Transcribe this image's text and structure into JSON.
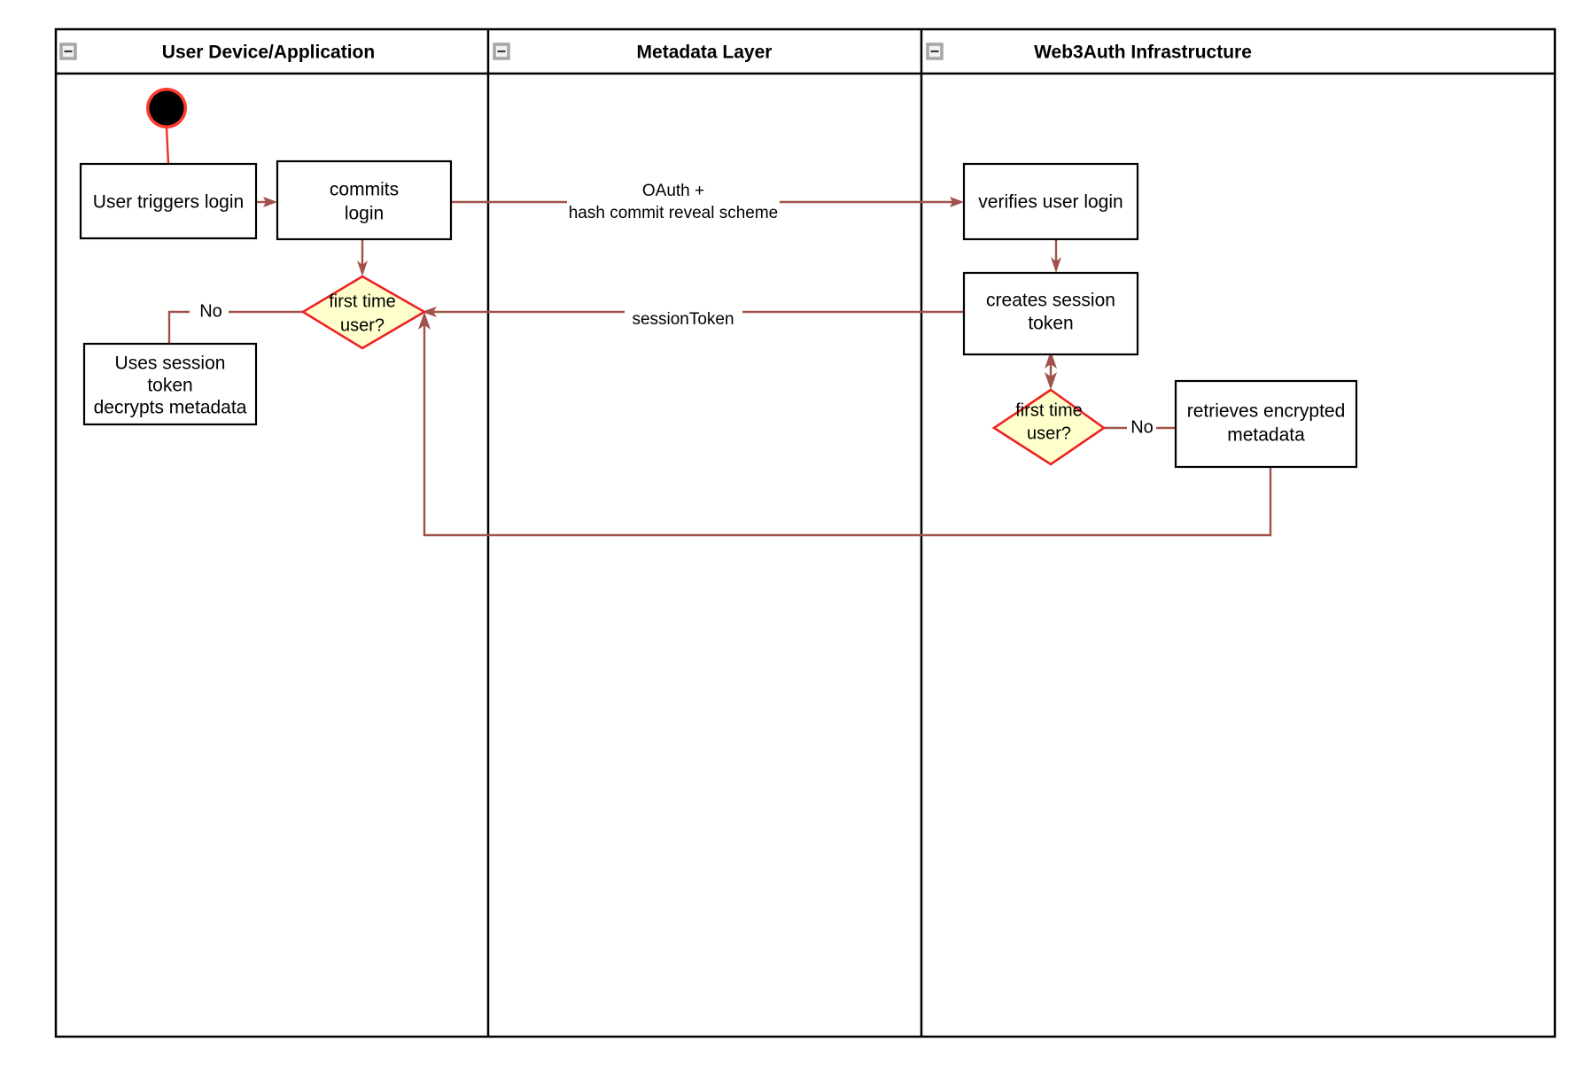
{
  "diagram": {
    "title": "Web3Auth login activity diagram",
    "type": "uml-activity-swimlane",
    "colors": {
      "flow": "#a0524a",
      "start_ring": "#ff3b30",
      "decision_fill": "#ffffcc",
      "decision_stroke": "#ee2222",
      "box_stroke": "#000000",
      "lane_stroke": "#000000",
      "background": "#ffffff"
    },
    "lanes": [
      {
        "id": "lane-user-device",
        "title": "User Device/Application",
        "collapse_icon": "collapse-minus-icon"
      },
      {
        "id": "lane-metadata",
        "title": "Metadata Layer",
        "collapse_icon": "collapse-minus-icon"
      },
      {
        "id": "lane-web3auth",
        "title": "Web3Auth Infrastructure",
        "collapse_icon": "collapse-minus-icon"
      }
    ],
    "nodes": {
      "start": {
        "kind": "initial-node",
        "label": ""
      },
      "user_triggers_login": {
        "kind": "action",
        "lines": [
          "User triggers login"
        ]
      },
      "commits_login": {
        "kind": "action",
        "lines": [
          "commits",
          "login"
        ]
      },
      "decision_left": {
        "kind": "decision",
        "lines": [
          "first time",
          "user?"
        ]
      },
      "uses_session_token": {
        "kind": "action",
        "lines": [
          "Uses session",
          "token",
          "decrypts metadata"
        ]
      },
      "verifies_user_login": {
        "kind": "action",
        "lines": [
          "verifies user login"
        ]
      },
      "creates_session_token": {
        "kind": "action",
        "lines": [
          "creates session",
          "token"
        ]
      },
      "decision_right": {
        "kind": "decision",
        "lines": [
          "first time",
          "user?"
        ]
      },
      "retrieves_encrypted_metadata": {
        "kind": "action",
        "lines": [
          "retrieves encrypted",
          "metadata"
        ]
      }
    },
    "edge_labels": {
      "oauth_line1": "OAuth +",
      "oauth_line2": "hash commit reveal scheme",
      "session_token": "sessionToken",
      "no_left": "No",
      "no_right": "No"
    }
  }
}
